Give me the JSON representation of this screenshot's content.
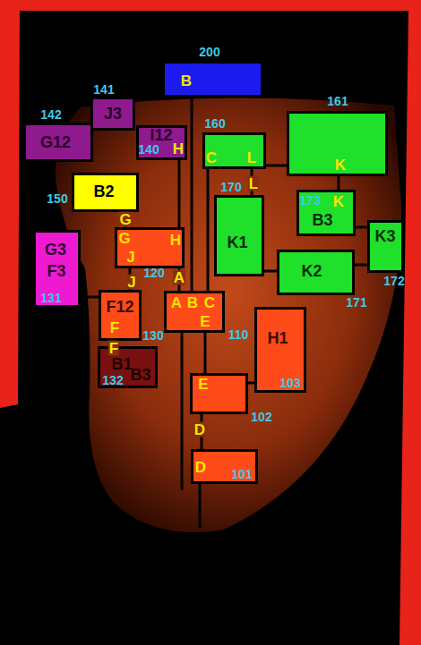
{
  "diagram": {
    "nodes": [
      {
        "text": [
          "B"
        ]
      },
      {
        "text": [
          "J3"
        ]
      },
      {
        "text": [
          "G12"
        ]
      },
      {
        "text": [
          "I12",
          "H"
        ]
      },
      {
        "text": [
          "C",
          "L"
        ]
      },
      {
        "text": [
          "K"
        ]
      },
      {
        "text": [
          "B2"
        ]
      },
      {
        "text": [
          "K1"
        ]
      },
      {
        "text": [
          "K",
          "B3"
        ]
      },
      {
        "text": [
          "K3"
        ]
      },
      {
        "text": [
          "G3",
          "F3"
        ]
      },
      {
        "text": [
          "G",
          "H",
          "J"
        ]
      },
      {
        "text": [
          "K2"
        ]
      },
      {
        "text": [
          "F12",
          "F"
        ]
      },
      {
        "text": [
          "A",
          "B",
          "C",
          "E"
        ]
      },
      {
        "text": [
          "H1"
        ]
      },
      {
        "text": [
          "B1",
          "B3"
        ]
      },
      {
        "text": [
          "E"
        ]
      },
      {
        "text": [
          "D"
        ]
      }
    ],
    "edges": [
      {
        "from": 0,
        "to": 14,
        "arrow": "none"
      },
      {
        "from": 3,
        "to": 11,
        "arrow": "none"
      },
      {
        "from": 4,
        "to": 14,
        "arrow": "none"
      },
      {
        "from": 5,
        "to": 4,
        "arrow": "none"
      },
      {
        "from": 4,
        "to": 7,
        "arrow": "none"
      },
      {
        "from": 5,
        "to": 8,
        "arrow": "none"
      },
      {
        "from": 8,
        "to": 9,
        "arrow": "none"
      },
      {
        "from": 9,
        "to": 12,
        "arrow": "none"
      },
      {
        "from": 12,
        "to": 7,
        "arrow": "none"
      },
      {
        "from": 6,
        "to": 11,
        "arrow": "none"
      },
      {
        "from": 11,
        "to": 13,
        "arrow": "none"
      },
      {
        "from": 11,
        "to": 14,
        "arrow": "none"
      },
      {
        "from": 13,
        "to": 16,
        "arrow": "none"
      },
      {
        "from": 10,
        "to": 13,
        "arrow": "none"
      },
      {
        "from": 14,
        "to": 17,
        "arrow": "none"
      },
      {
        "from": 15,
        "to": 17,
        "arrow": "none"
      },
      {
        "from": 17,
        "to": 18,
        "arrow": "none"
      }
    ],
    "labels": [
      "200",
      "141",
      "142",
      "140",
      "160",
      "161",
      "150",
      "170",
      "L",
      "173",
      "G",
      "172",
      "131",
      "120",
      "A",
      "J",
      "171",
      "110",
      "130",
      "F",
      "132",
      "103",
      "102",
      "D",
      "101"
    ]
  }
}
